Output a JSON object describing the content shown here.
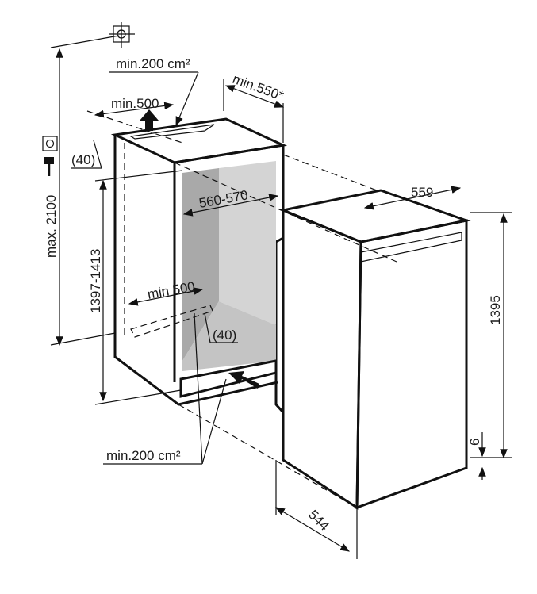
{
  "title": "Built-in refrigerator installation dimensions",
  "labels": {
    "top_vent_area": "min.200 cm²",
    "depth_min": "min.550*",
    "top_vent_width": "min.500",
    "top_vent_depth": "(40)",
    "max_height": "max. 2100",
    "niche_height": "1397-1413",
    "niche_width": "560-570",
    "bottom_vent_width": "min 500",
    "bottom_vent_depth": "(40)",
    "appliance_width": "559",
    "appliance_height": "1395",
    "appliance_gap": "6",
    "bottom_vent_area": "min.200 cm²",
    "appliance_depth": "544"
  },
  "colors": {
    "line": "#111111",
    "inner_wall_dark": "#a9a9a9",
    "inner_wall_light": "#d4d4d4",
    "vent": "#e6e6e6"
  }
}
